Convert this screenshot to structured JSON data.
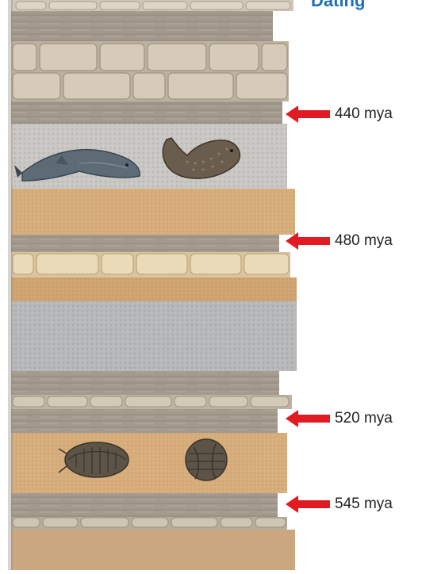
{
  "heading": "Dating",
  "markers": [
    {
      "label": "440 mya"
    },
    {
      "label": "480 mya"
    },
    {
      "label": "520 mya"
    },
    {
      "label": "545 mya"
    }
  ],
  "fossils": [
    "fish-fossil",
    "lobe-fin-fossil",
    "trilobite-fossil",
    "trilobite-fossil"
  ],
  "colors": {
    "arrow": "#e21b22",
    "shale": "#a49a8c",
    "sandstone": "#d8b07e",
    "limestone": "#c8bba6",
    "granite": "#bcbcbc"
  }
}
